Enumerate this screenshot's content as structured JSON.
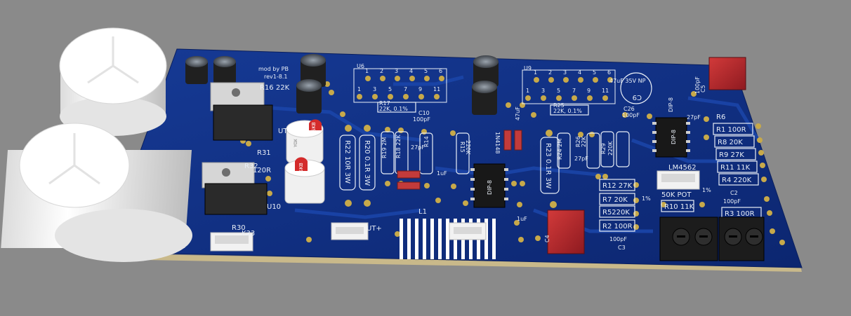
{
  "board": {
    "signature_line1": "mod by PB",
    "signature_line2": "rev1-8.1",
    "colors": {
      "background": "#8a8a8a",
      "pcb": "#0d2a78",
      "pcb_edge": "#c9b98a",
      "pad": "#c7a94a",
      "silkscreen": "#e8eef6",
      "cap_red": "#b4232a",
      "terminal": "#1c1c1c",
      "connector": "#f2f2f2",
      "electrolytic": "#202020"
    }
  },
  "labels": {
    "u6": "U6",
    "u9": "U9",
    "u10": "U10",
    "ut": "UT",
    "out_plus": "UT+",
    "l1": "L1",
    "lm4562": "LM4562",
    "pot": "50K POT",
    "dip8_a": "DIP-8",
    "dip8_b": "DIP-8",
    "dip8_c": "DIP-8",
    "np_cap": "47uF  35V NP",
    "np_cap_ref": "C9",
    "cap_c5": "C5",
    "cap_c4": "C4",
    "cap_c3": "C3",
    "cap_c3_val": "100pF",
    "cap_c2": "C2",
    "cap_c2_val": "100pF",
    "cap_c10": "C10",
    "cap_c10_val": "100pF",
    "cap_c26": "C26",
    "cap_c26_val": "100pF",
    "cap_27p_a": "27pF",
    "cap_27p_b": "27pF",
    "cap_27p_c": "27pF",
    "cap_1uf_a": "1uF",
    "cap_1uf_b": "1uF",
    "cap_47uf": "47uF",
    "cap_100pf_edge": "100pF",
    "r16": "R16 22K",
    "r17": "R17",
    "r17_val": "22K, 0.1%",
    "r25": "R25",
    "r25_val": "22K, 0.1%",
    "r31": "R31",
    "r32": "R32",
    "r30": "R30",
    "k33": "K33",
    "r120": "120R",
    "r22": "R22  10R  3W",
    "r20": "R20  0.1R  3W",
    "r23": "R23  0.1R  3W",
    "r19": "R19 2M",
    "r18": "R18 22K",
    "r14": "R14",
    "r15": "R15",
    "r15_val": "220K",
    "r24": "R24 2M",
    "r26": "R26",
    "r26_val": "22K",
    "r29": "R29",
    "r29_val": "220K",
    "r6": "R6",
    "r1": "R1  100R",
    "r8": "R8  20K",
    "r9": "R9  27K",
    "r11": "R11  11K",
    "r4": "R4  220K",
    "r3": "R3  100R",
    "r12": "R12  27K",
    "r7": "R7  20K",
    "r5": "R5220K",
    "r2": "R2  100R",
    "r10": "R10  11K",
    "diode": "1N4148",
    "pct1": "1%",
    "pct2": "1%",
    "pins_u6": [
      "1",
      "2",
      "3",
      "4",
      "5",
      "6"
    ],
    "pins_u9": [
      "1",
      "2",
      "3",
      "4",
      "5",
      "6"
    ],
    "pins_u6b": [
      "1",
      "3",
      "5",
      "7",
      "9",
      "11"
    ],
    "pins_u9b": [
      "1",
      "3",
      "5",
      "7",
      "9",
      "11"
    ],
    "cap_mark_a": "SKB",
    "cap_mark_b": "SKB",
    "cap_mark_sub": "YOX"
  }
}
